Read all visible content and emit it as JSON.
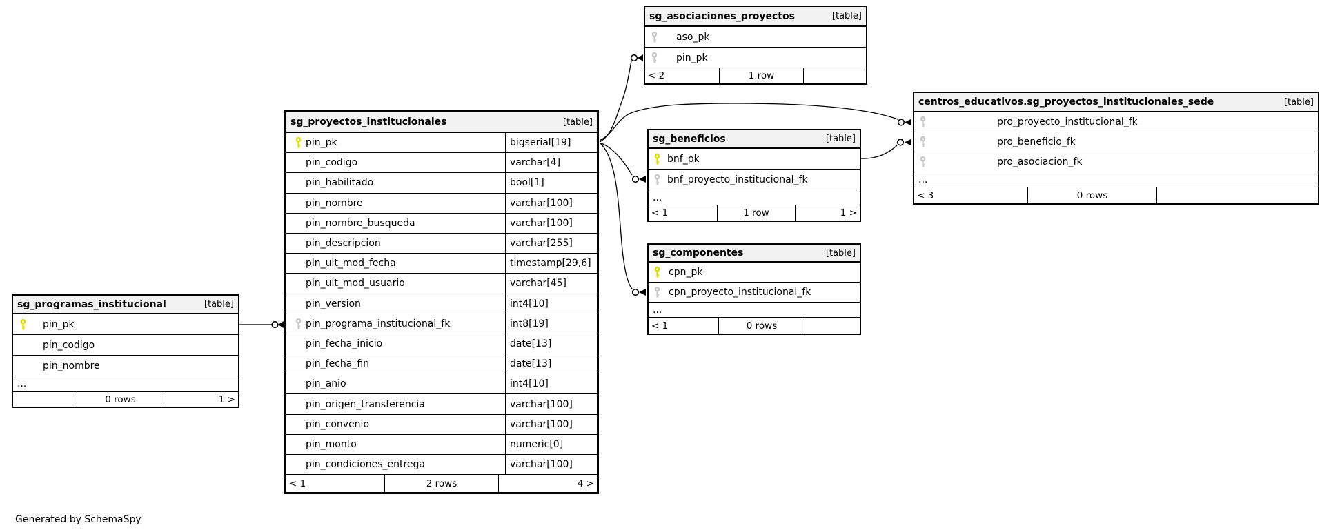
{
  "diagram": {
    "footnote": "Generated by SchemaSpy",
    "type": "database-relationship-diagram"
  },
  "colors": {
    "pk_key": "#dcdc00",
    "fk_key": "#c8c8c8",
    "header_bg": "#f2f2f2",
    "line": "#000000"
  },
  "tables": [
    {
      "name": "sg_programas_institucional",
      "tag": "[table]",
      "columns": [
        {
          "name": "pin_pk",
          "key": "pk"
        },
        {
          "name": "pin_codigo"
        },
        {
          "name": "pin_nombre"
        }
      ],
      "more": "...",
      "footer": {
        "left": "",
        "center": "0 rows",
        "right": "1 >"
      }
    },
    {
      "name": "sg_proyectos_institucionales",
      "tag": "[table]",
      "columns": [
        {
          "name": "pin_pk",
          "key": "pk",
          "type": "bigserial[19]"
        },
        {
          "name": "pin_codigo",
          "type": "varchar[4]"
        },
        {
          "name": "pin_habilitado",
          "type": "bool[1]"
        },
        {
          "name": "pin_nombre",
          "type": "varchar[100]"
        },
        {
          "name": "pin_nombre_busqueda",
          "type": "varchar[100]"
        },
        {
          "name": "pin_descripcion",
          "type": "varchar[255]"
        },
        {
          "name": "pin_ult_mod_fecha",
          "type": "timestamp[29,6]"
        },
        {
          "name": "pin_ult_mod_usuario",
          "type": "varchar[45]"
        },
        {
          "name": "pin_version",
          "type": "int4[10]"
        },
        {
          "name": "pin_programa_institucional_fk",
          "key": "fk",
          "type": "int8[19]"
        },
        {
          "name": "pin_fecha_inicio",
          "type": "date[13]"
        },
        {
          "name": "pin_fecha_fin",
          "type": "date[13]"
        },
        {
          "name": "pin_anio",
          "type": "int4[10]"
        },
        {
          "name": "pin_origen_transferencia",
          "type": "varchar[100]"
        },
        {
          "name": "pin_convenio",
          "type": "varchar[100]"
        },
        {
          "name": "pin_monto",
          "type": "numeric[0]"
        },
        {
          "name": "pin_condiciones_entrega",
          "type": "varchar[100]"
        }
      ],
      "more": null,
      "footer": {
        "left": "< 1",
        "center": "2 rows",
        "right": "4 >"
      }
    },
    {
      "name": "sg_asociaciones_proyectos",
      "tag": "[table]",
      "columns": [
        {
          "name": "aso_pk",
          "key": "fk"
        },
        {
          "name": "pin_pk",
          "key": "fk"
        }
      ],
      "more": null,
      "footer": {
        "left": "< 2",
        "center": "1 row",
        "right": ""
      }
    },
    {
      "name": "sg_beneficios",
      "tag": "[table]",
      "columns": [
        {
          "name": "bnf_pk",
          "key": "pk"
        },
        {
          "name": "bnf_proyecto_institucional_fk",
          "key": "fk"
        }
      ],
      "more": "...",
      "footer": {
        "left": "< 1",
        "center": "1 row",
        "right": "1 >"
      }
    },
    {
      "name": "sg_componentes",
      "tag": "[table]",
      "columns": [
        {
          "name": "cpn_pk",
          "key": "pk"
        },
        {
          "name": "cpn_proyecto_institucional_fk",
          "key": "fk"
        }
      ],
      "more": "...",
      "footer": {
        "left": "< 1",
        "center": "0 rows",
        "right": ""
      }
    },
    {
      "name": "centros_educativos.sg_proyectos_institucionales_sede",
      "tag": "[table]",
      "columns": [
        {
          "name": "pro_proyecto_institucional_fk",
          "key": "fk"
        },
        {
          "name": "pro_beneficio_fk",
          "key": "fk"
        },
        {
          "name": "pro_asociacion_fk",
          "key": "fk"
        }
      ],
      "more": "...",
      "footer": {
        "left": "< 3",
        "center": "0 rows",
        "right": ""
      }
    }
  ],
  "relationships": [
    {
      "from": "sg_programas_institucional.pin_pk",
      "to": "sg_proyectos_institucionales.pin_programa_institucional_fk"
    },
    {
      "from": "sg_proyectos_institucionales.pin_pk",
      "to": "sg_asociaciones_proyectos.pin_pk"
    },
    {
      "from": "sg_proyectos_institucionales.pin_pk",
      "to": "centros_educativos.sg_proyectos_institucionales_sede.pro_proyecto_institucional_fk"
    },
    {
      "from": "sg_proyectos_institucionales.pin_pk",
      "to": "sg_beneficios.bnf_proyecto_institucional_fk"
    },
    {
      "from": "sg_proyectos_institucionales.pin_pk",
      "to": "sg_componentes.cpn_proyecto_institucional_fk"
    },
    {
      "from": "sg_beneficios.bnf_pk",
      "to": "centros_educativos.sg_proyectos_institucionales_sede.pro_beneficio_fk"
    }
  ]
}
